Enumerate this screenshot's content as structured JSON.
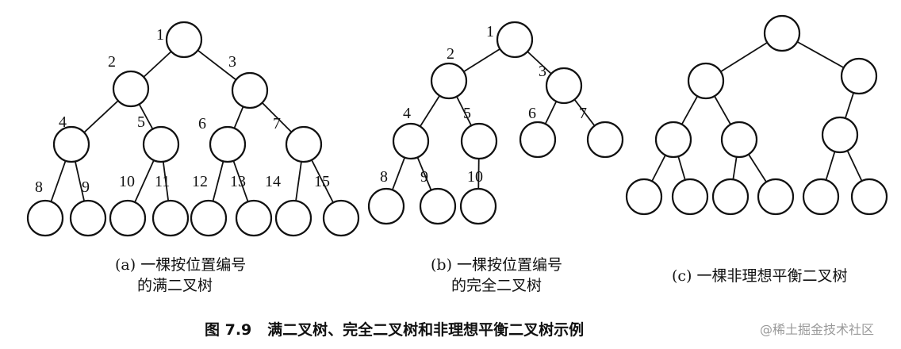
{
  "diagrams": [
    {
      "caption_line1": "(a) 一棵按位置编号",
      "caption_line2": "的满二叉树",
      "node_labels": [
        "1",
        "2",
        "3",
        "4",
        "5",
        "6",
        "7",
        "8",
        "9",
        "10",
        "11",
        "12",
        "13",
        "14",
        "15"
      ]
    },
    {
      "caption_line1": "(b) 一棵按位置编号",
      "caption_line2": "的完全二叉树",
      "node_labels": [
        "1",
        "2",
        "3",
        "4",
        "5",
        "6",
        "7",
        "8",
        "9",
        "10"
      ]
    },
    {
      "caption_line1": "(c) 一棵非理想平衡二叉树"
    }
  ],
  "figure_title": "图 7.9   满二叉树、完全二叉树和非理想平衡二叉树示例",
  "watermark": "@稀土掘金技术社区"
}
